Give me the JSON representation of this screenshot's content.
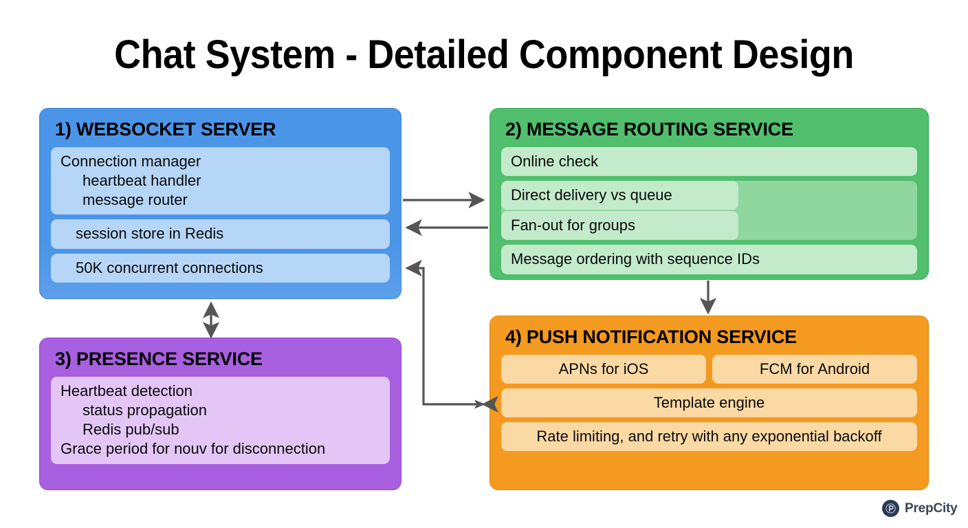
{
  "page": {
    "title": "Chat System - Detailed Component Design",
    "background": "#ffffff"
  },
  "colors": {
    "websocket": "#4a95e8",
    "websocket_pill": "#b6d6f7",
    "routing": "#51bf6d",
    "routing_pill": "#c3ebcb",
    "routing_stack": "#8fd69f",
    "presence": "#a85fe0",
    "presence_pill": "#e3c6f6",
    "push": "#f49a20",
    "push_pill": "#fbd9a4",
    "arrow": "#555555",
    "text": "#000000"
  },
  "boxes": {
    "websocket": {
      "title": "1) WEBSOCKET SERVER",
      "items": [
        {
          "lines": [
            "Connection manager",
            "heartbeat handler",
            "message router"
          ]
        },
        {
          "lines": [
            "session store in Redis"
          ]
        },
        {
          "lines": [
            "50K concurrent connections"
          ]
        }
      ]
    },
    "routing": {
      "title": "2) MESSAGE ROUTING SERVICE",
      "items": [
        {
          "label": "Online check"
        },
        {
          "label": "Direct delivery vs queue"
        },
        {
          "label": "Fan-out for groups"
        },
        {
          "label": "Message ordering with sequence IDs"
        }
      ]
    },
    "presence": {
      "title": "3) PRESENCE SERVICE",
      "items": [
        {
          "lines": [
            "Heartbeat detection",
            "status propagation",
            "Redis pub/sub",
            "Grace period for nouv for disconnection"
          ]
        }
      ]
    },
    "push": {
      "title": "4) PUSH NOTIFICATION SERVICE",
      "items": [
        {
          "label": "APNs for iOS"
        },
        {
          "label": "FCM for Android"
        },
        {
          "label": "Template engine"
        },
        {
          "label_line1": "Rate limiting, and  retry with any exponential",
          "label_line2": "backoff"
        }
      ]
    }
  },
  "arrows": [
    {
      "name": "websocket-to-routing",
      "direction": "right"
    },
    {
      "name": "routing-to-websocket",
      "direction": "left"
    },
    {
      "name": "websocket-presence-bidirectional",
      "direction": "both"
    },
    {
      "name": "routing-to-push",
      "direction": "down"
    },
    {
      "name": "push-to-websocket-elbow",
      "direction": "elbow"
    }
  ],
  "logo": {
    "letter": "P",
    "name": "PrepCity"
  }
}
